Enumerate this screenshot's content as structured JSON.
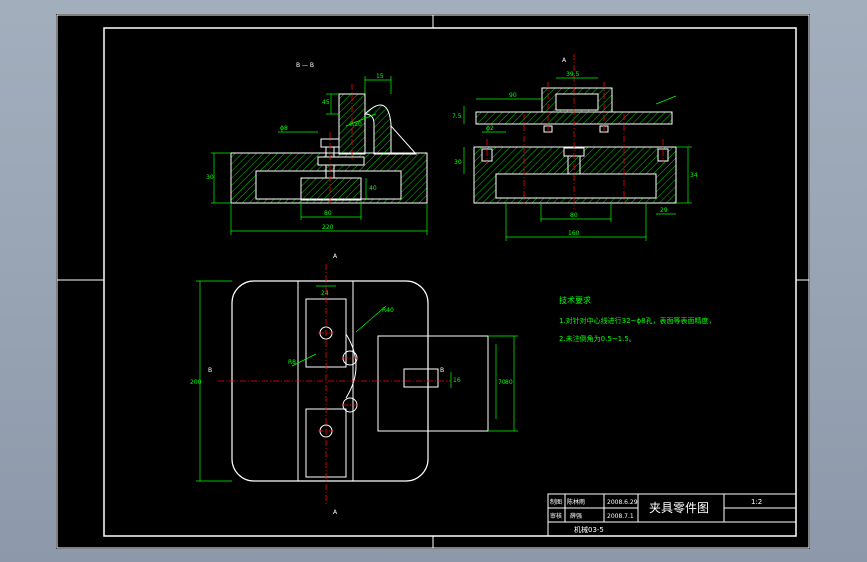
{
  "notes": {
    "heading": "技术要求",
    "line1": "1.对针对中心线进行32~ϕ8孔，表面等表面精度，",
    "line2": "2.未注倒角为0.5~1.5。"
  },
  "title_block": {
    "name": "夹具零件图",
    "scale": "1:2",
    "row1_role": "制图",
    "row1_person": "陈林雨",
    "row1_date": "2008.6.29",
    "row2_role": "审核",
    "row2_person": "薛强",
    "row2_date": "2008.7.1",
    "drawing_no": "机械03-5"
  },
  "dims": {
    "left_220": "220",
    "left_80": "80",
    "left_30": "30",
    "left_40": "40",
    "left_15": "15",
    "left_45": "45",
    "left_r10": "R10",
    "left_phi8": "ϕ8",
    "right_160": "160",
    "right_80": "80",
    "right_90": "90",
    "right_34": "34",
    "right_29": "29",
    "right_30": "30",
    "right_t75": "7.5",
    "right_395": "39.5",
    "right_phi2": "ϕ2",
    "plan_200": "200",
    "plan_24": "24",
    "plan_80": "80",
    "plan_70": "70",
    "plan_16": "16",
    "plan_r40": "R40",
    "plan_r8": "R8"
  },
  "section_marks": {
    "b_left": "B",
    "b_top": "B",
    "a_top": "A",
    "a_top2": "A",
    "a_bottom": "A",
    "bb": "B — B"
  },
  "colors": {
    "line": "#ffffff",
    "dim": "#00ff00",
    "center": "#ff0000",
    "hatch": "#00ff00",
    "text": "#00ff00"
  }
}
